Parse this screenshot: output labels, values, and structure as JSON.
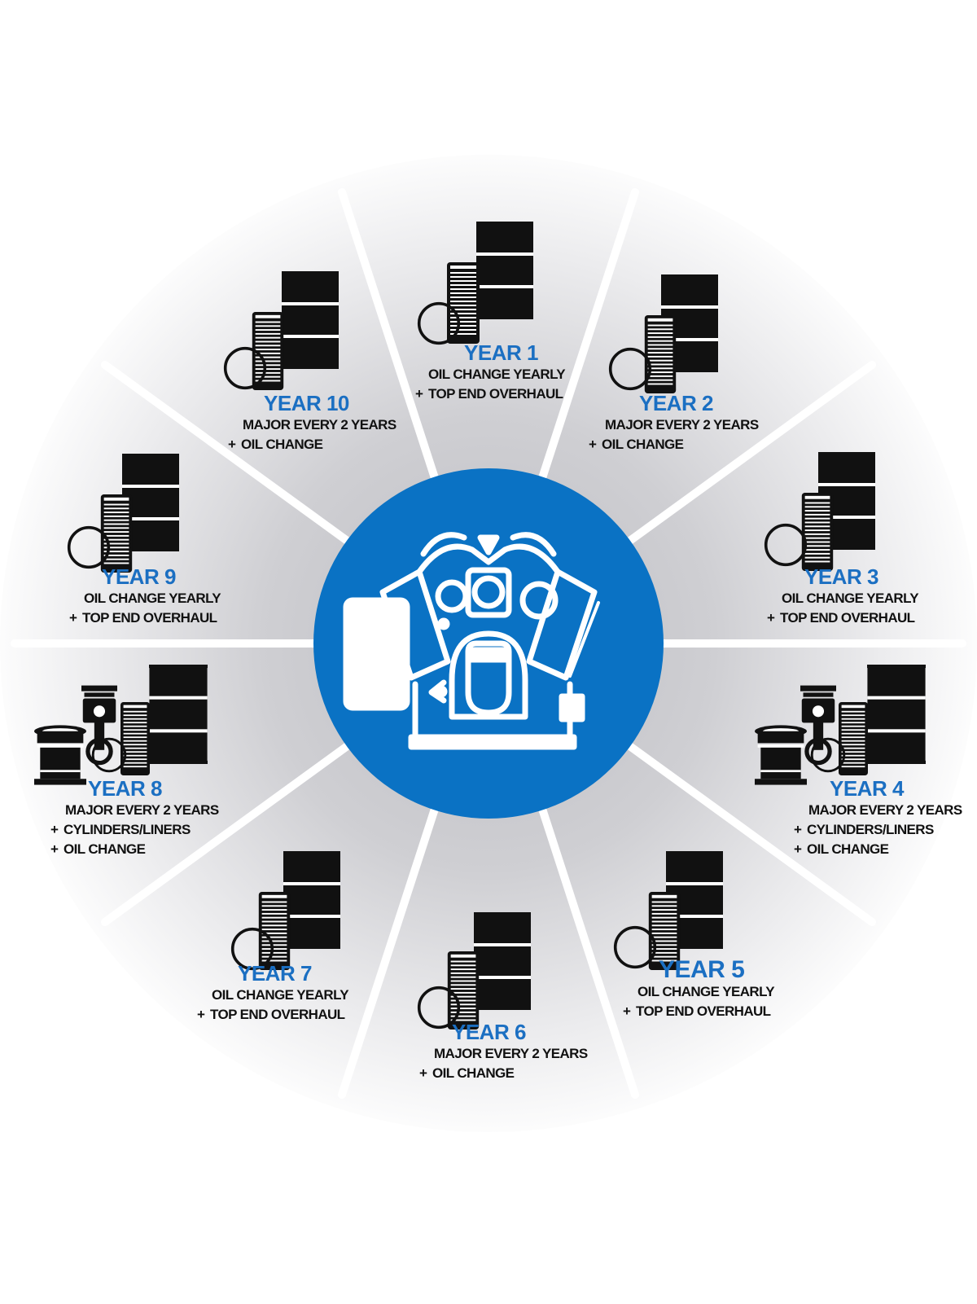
{
  "colors": {
    "accent_blue": "#0a72c4",
    "title_blue": "#1b6fc2",
    "icon_black": "#111111",
    "spoke_white": "#ffffff",
    "background_gray": "#cfcfd3"
  },
  "center": {
    "icon": "compressor-engine-icon"
  },
  "segments": [
    {
      "year": "YEAR 1",
      "lines": [
        "OIL CHANGE YEARLY",
        "TOP END OVERHAUL"
      ],
      "icons": [
        "oil-drum-icon",
        "oil-filter-icon"
      ]
    },
    {
      "year": "YEAR 2",
      "lines": [
        "MAJOR EVERY 2 YEARS",
        "OIL CHANGE"
      ],
      "icons": [
        "oil-drum-icon",
        "oil-filter-icon"
      ]
    },
    {
      "year": "YEAR 3",
      "lines": [
        "OIL CHANGE YEARLY",
        "TOP END OVERHAUL"
      ],
      "icons": [
        "oil-drum-icon",
        "oil-filter-icon"
      ]
    },
    {
      "year": "YEAR 4",
      "lines": [
        "MAJOR EVERY 2 YEARS",
        "CYLINDERS/LINERS",
        "OIL CHANGE"
      ],
      "icons": [
        "oil-drum-icon",
        "oil-filter-icon",
        "piston-icon",
        "cylinder-liner-icon"
      ]
    },
    {
      "year": "YEAR 5",
      "lines": [
        "OIL CHANGE YEARLY",
        "TOP END OVERHAUL"
      ],
      "icons": [
        "oil-drum-icon",
        "oil-filter-icon"
      ]
    },
    {
      "year": "YEAR 6",
      "lines": [
        "MAJOR EVERY 2 YEARS",
        "OIL CHANGE"
      ],
      "icons": [
        "oil-drum-icon",
        "oil-filter-icon"
      ]
    },
    {
      "year": "YEAR 7",
      "lines": [
        "OIL CHANGE YEARLY",
        "TOP END OVERHAUL"
      ],
      "icons": [
        "oil-drum-icon",
        "oil-filter-icon"
      ]
    },
    {
      "year": "YEAR 8",
      "lines": [
        "MAJOR EVERY 2 YEARS",
        "CYLINDERS/LINERS",
        "OIL CHANGE"
      ],
      "icons": [
        "oil-drum-icon",
        "oil-filter-icon",
        "piston-icon",
        "cylinder-liner-icon"
      ]
    },
    {
      "year": "YEAR 9",
      "lines": [
        "OIL CHANGE YEARLY",
        "TOP END OVERHAUL"
      ],
      "icons": [
        "oil-drum-icon",
        "oil-filter-icon"
      ]
    },
    {
      "year": "YEAR 10",
      "lines": [
        "MAJOR EVERY 2 YEARS",
        "OIL CHANGE"
      ],
      "icons": [
        "oil-drum-icon",
        "oil-filter-icon"
      ]
    }
  ]
}
